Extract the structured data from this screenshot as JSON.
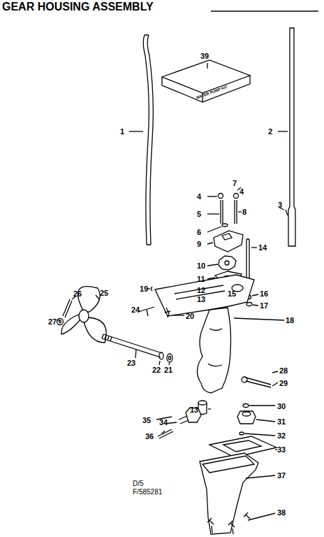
{
  "diagram": {
    "title": "GEAR HOUSING ASSEMBLY",
    "labels": [
      "WATER PUMP KIT",
      "1",
      "2",
      "39",
      "7",
      "4",
      "4",
      "3",
      "5",
      "8",
      "6",
      "9",
      "14",
      "10",
      "11",
      "19",
      "12",
      "13",
      "15",
      "16",
      "17",
      "26",
      "25",
      "24",
      "20",
      "18",
      "27",
      "23",
      "22",
      "21",
      "28",
      "29",
      "13",
      "30",
      "35",
      "34",
      "31",
      "36",
      "32",
      "33",
      "37",
      "38",
      "D/5",
      "F/585281"
    ]
  }
}
